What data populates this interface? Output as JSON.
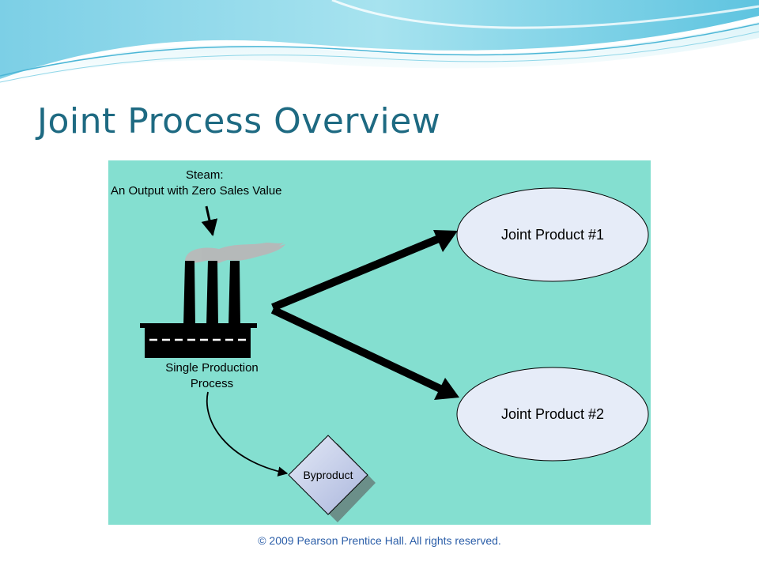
{
  "slide": {
    "title": "Joint Process Overview",
    "footer": "© 2009 Pearson Prentice Hall. All rights reserved."
  },
  "diagram": {
    "background_color": "#84dfd0",
    "steam_label": {
      "line1": "Steam:",
      "line2": "An Output with Zero Sales Value"
    },
    "process_label": {
      "line1": "Single Production",
      "line2": "Process"
    },
    "products": [
      {
        "label": "Joint Product #1",
        "fill": "#e6ecf8"
      },
      {
        "label": "Joint Product #2",
        "fill": "#e6ecf8"
      }
    ],
    "byproduct": {
      "label": "Byproduct",
      "fill": "#c6d0ec"
    }
  },
  "colors": {
    "title": "#1e6a82",
    "footer": "#2b5ea8",
    "arrow": "#000000",
    "steam": "#b8b8b8"
  },
  "icons": [
    "factory-icon",
    "steam-icon"
  ]
}
